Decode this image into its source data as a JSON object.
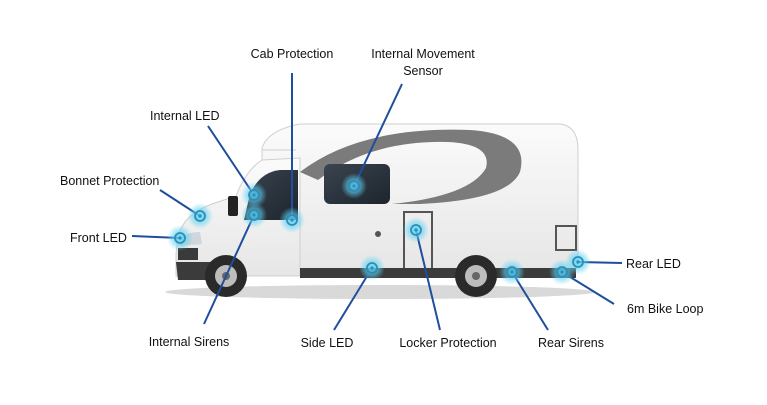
{
  "colors": {
    "line": "#1f4e9c",
    "sensor_glow": "#5fd2f3",
    "sensor_ring": "#2a8fb8",
    "body": "#f4f4f4",
    "swoosh": "#7b7b7b"
  },
  "labels": {
    "cab_protection": "Cab Protection",
    "internal_movement_sensor_1": "Internal Movement",
    "internal_movement_sensor_2": "Sensor",
    "internal_led": "Internal LED",
    "bonnet_protection": "Bonnet Protection",
    "front_led": "Front LED",
    "rear_led": "Rear LED",
    "bike_loop": "6m Bike Loop",
    "internal_sirens": "Internal Sirens",
    "side_led": "Side LED",
    "locker_protection": "Locker Protection",
    "rear_sirens": "Rear Sirens"
  },
  "icons": [
    "sensor-icon"
  ]
}
